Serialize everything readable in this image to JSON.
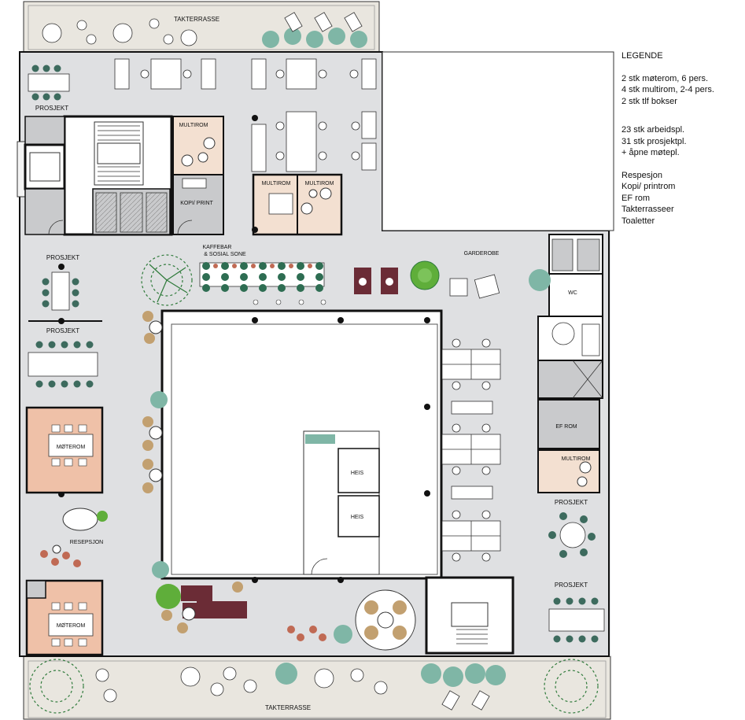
{
  "plan": {
    "labels": {
      "terrace_top": "TAKTERRASSE",
      "terrace_bottom": "TAKTERRASSE",
      "prosjekt_top": "PROSJEKT",
      "multirom_a": "MULTIROM",
      "kopi_print": "KOPI/ PRINT",
      "multirom_b": "MULTIROM",
      "multirom_c": "MULTIROM",
      "kaffebar_1": "KAFFEBAR",
      "kaffebar_2": "& SOSIAL SONE",
      "garderobe": "GARDEROBE",
      "prosjekt_left1": "PROSJEKT",
      "prosjekt_left2": "PROSJEKT",
      "moterom_1": "MØTEROM",
      "resepsjon": "RESEPSJON",
      "moterom_2": "MØTEROM",
      "heis_1": "HEIS",
      "heis_2": "HEIS",
      "wc": "WC",
      "ef_rom": "EF ROM",
      "multirom_d": "MULTIROM",
      "prosjekt_right1": "PROSJEKT",
      "prosjekt_right2": "PROSJEKT"
    }
  },
  "legend": {
    "title": "LEGENDE",
    "group1": [
      "2 stk møterom, 6 pers.",
      "4 stk multirom, 2-4 pers.",
      "2 stk tlf bokser"
    ],
    "group2": [
      "23 stk arbeidspl.",
      "31 stk prosjektpl.",
      "+ åpne møtepl."
    ],
    "group3": [
      "Respesjon",
      "Kopi/ printrom",
      "EF rom",
      "Takterrasseer",
      "Toaletter"
    ]
  },
  "colors": {
    "floor": "#dfe0e2",
    "terrace": "#e9e6df",
    "wall": "#111111",
    "meeting_room": "#efc1a8",
    "multirom": "#f3e0d1",
    "utility": "#c9cacc",
    "plant_dark": "#2e6d52",
    "plant_mint": "#7fb6a6",
    "plant_green": "#5fae3a",
    "chair_teal": "#3d6b5e",
    "lounge_maroon": "#6b2c36",
    "stool_tan": "#c2a070",
    "stool_rust": "#c06a54"
  }
}
